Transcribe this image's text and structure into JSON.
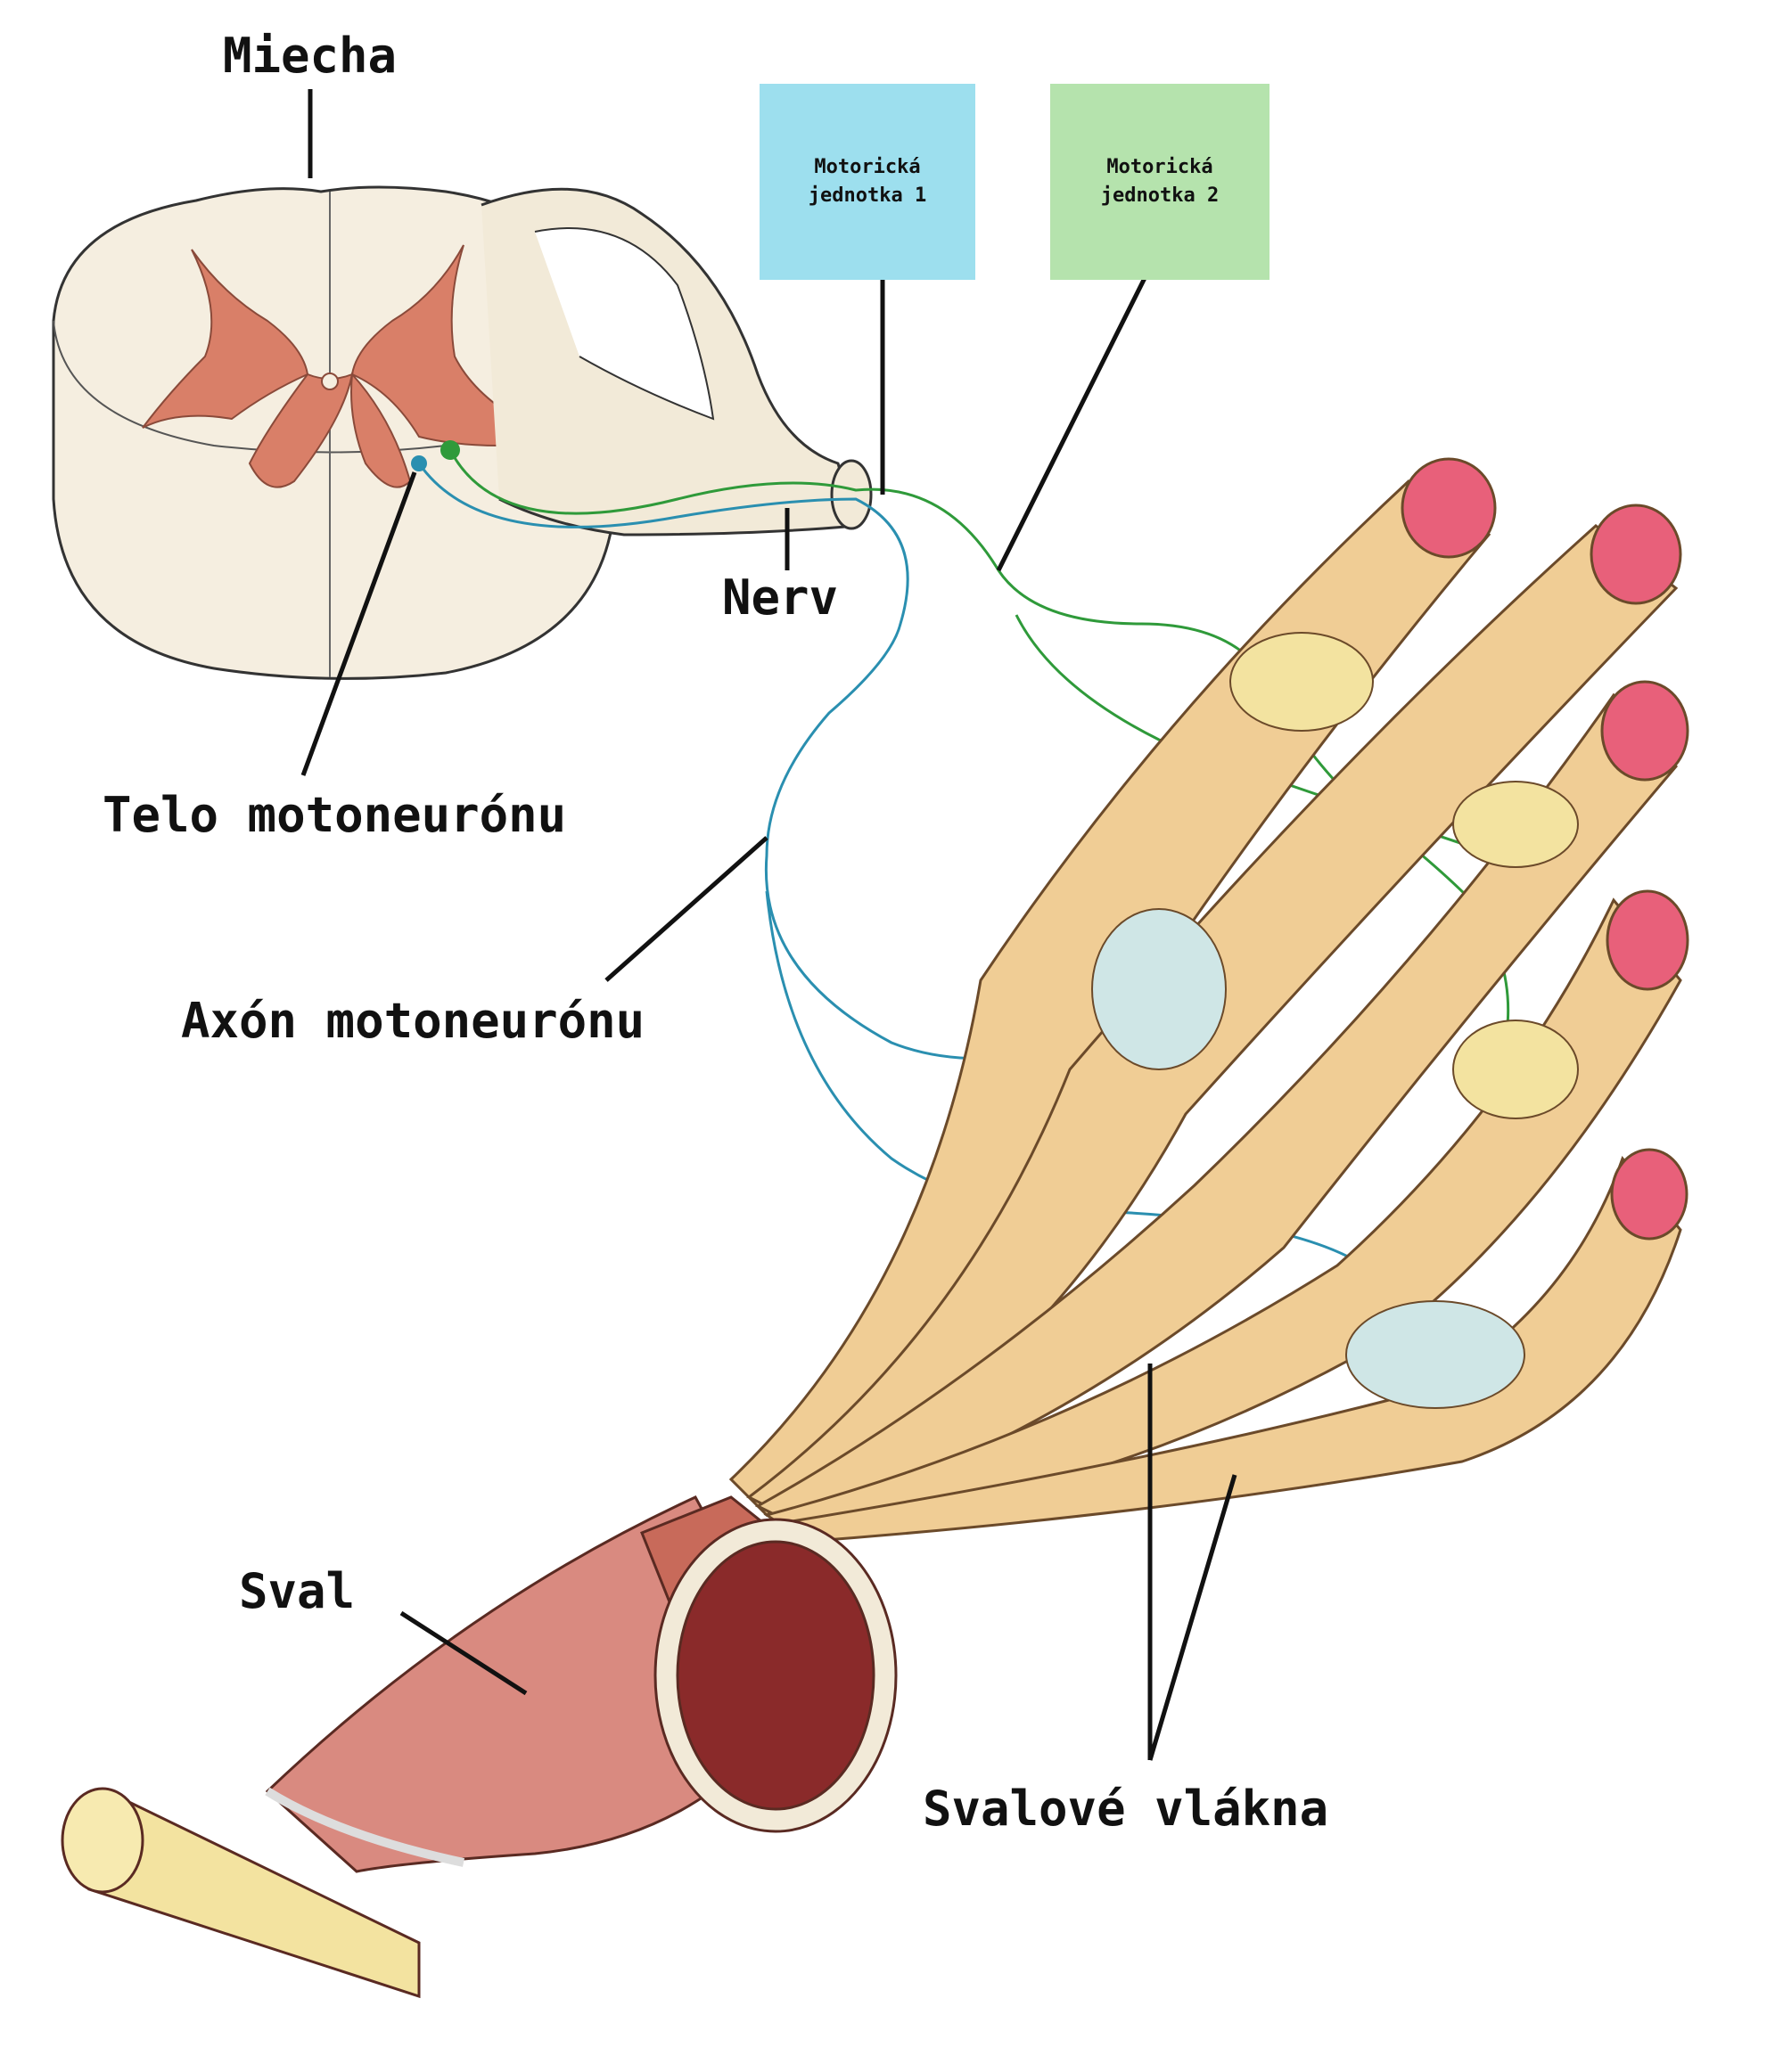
{
  "labels": {
    "spinal_cord": "Miecha",
    "motoneuron_body": "Telo motoneurónu",
    "nerve": "Nerv",
    "motoneuron_axon": "Axón motoneurónu",
    "muscle": "Sval",
    "muscle_fibers": "Svalové vlákna"
  },
  "motor_units": [
    {
      "line1": "Motorická",
      "line2": "jednotka 1",
      "color": "#9ddfee"
    },
    {
      "line1": "Motorická",
      "line2": "jednotka 2",
      "color": "#b5e3ad"
    }
  ],
  "colors": {
    "axon_unit_1": "#2a8fb0",
    "axon_unit_2": "#2f9a3a",
    "gray_matter": "#d97f68",
    "white_matter": "#f5eee0",
    "fiber": "#f0cd95",
    "fiber_end": "#e8607a",
    "muscle": "#d98a80",
    "bone": "#f3e3a0"
  }
}
